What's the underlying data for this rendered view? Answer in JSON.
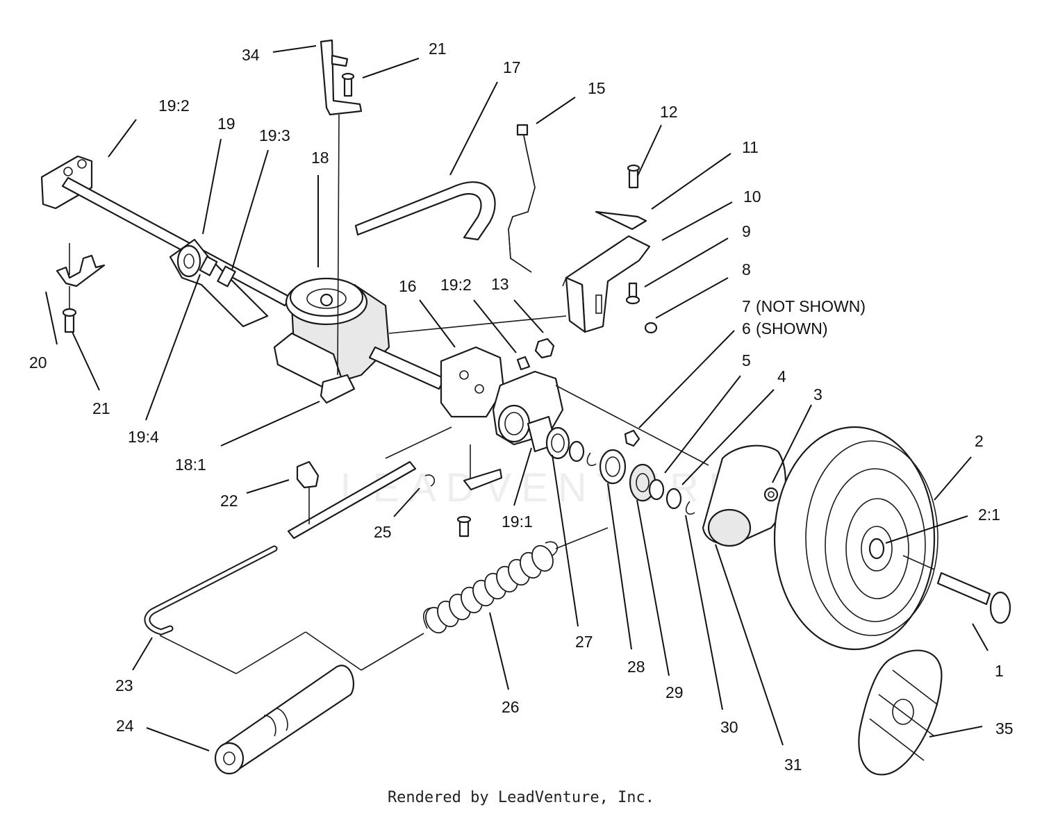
{
  "callouts": [
    {
      "id": "c34",
      "text": "34"
    },
    {
      "id": "c21a",
      "text": "21"
    },
    {
      "id": "c17",
      "text": "17"
    },
    {
      "id": "c15",
      "text": "15"
    },
    {
      "id": "c19_2a",
      "text": "19:2"
    },
    {
      "id": "c19",
      "text": "19"
    },
    {
      "id": "c19_3",
      "text": "19:3"
    },
    {
      "id": "c18",
      "text": "18"
    },
    {
      "id": "c12",
      "text": "12"
    },
    {
      "id": "c11",
      "text": "11"
    },
    {
      "id": "c10",
      "text": "10"
    },
    {
      "id": "c9",
      "text": "9"
    },
    {
      "id": "c8",
      "text": "8"
    },
    {
      "id": "c16",
      "text": "16"
    },
    {
      "id": "c19_2b",
      "text": "19:2"
    },
    {
      "id": "c13",
      "text": "13"
    },
    {
      "id": "c7",
      "text": "7"
    },
    {
      "id": "c6",
      "text": "6"
    },
    {
      "id": "c5",
      "text": "5"
    },
    {
      "id": "c4",
      "text": "4"
    },
    {
      "id": "c3",
      "text": "3"
    },
    {
      "id": "c2",
      "text": "2"
    },
    {
      "id": "c2_1",
      "text": "2:1"
    },
    {
      "id": "c20",
      "text": "20"
    },
    {
      "id": "c21b",
      "text": "21"
    },
    {
      "id": "c19_4",
      "text": "19:4"
    },
    {
      "id": "c18_1",
      "text": "18:1"
    },
    {
      "id": "c22",
      "text": "22"
    },
    {
      "id": "c25",
      "text": "25"
    },
    {
      "id": "c19_1",
      "text": "19:1"
    },
    {
      "id": "c27",
      "text": "27"
    },
    {
      "id": "c28",
      "text": "28"
    },
    {
      "id": "c29",
      "text": "29"
    },
    {
      "id": "c30",
      "text": "30"
    },
    {
      "id": "c31",
      "text": "31"
    },
    {
      "id": "c1",
      "text": "1"
    },
    {
      "id": "c23",
      "text": "23"
    },
    {
      "id": "c26",
      "text": "26"
    },
    {
      "id": "c24",
      "text": "24"
    },
    {
      "id": "c35",
      "text": "35"
    }
  ],
  "notes": {
    "not_shown": "(NOT SHOWN)",
    "shown": "(SHOWN)"
  },
  "watermark": "LEADVENTURE",
  "footer": "Rendered by LeadVenture, Inc."
}
